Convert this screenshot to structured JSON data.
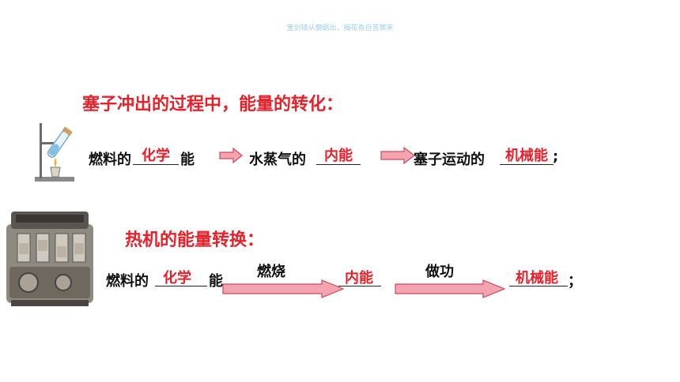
{
  "watermark": "宝剑锋从磨砺出，梅花香自苦寒来",
  "section1": {
    "heading": "塞子冲出的过程中，能量的转化：",
    "p1": "燃料的",
    "a1": "化学",
    "p2": "能",
    "p3": "水蒸气的",
    "a2": "内能",
    "p4": "塞子运动的",
    "a3": "机械能",
    "p5": ";"
  },
  "section2": {
    "heading": "热机的能量转换：",
    "p1": "燃料的",
    "a1": "化学",
    "p2": "能",
    "arrow1_label": "燃烧",
    "a2": "内能",
    "arrow2_label": "做功",
    "a3": "机械能",
    "p3": "；"
  },
  "colors": {
    "accent": "#e8202a",
    "arrow_fill": "#f4a3b0",
    "arrow_stroke": "#d04a5a"
  },
  "icons": [
    "test-tube-apparatus-icon",
    "engine-block-icon"
  ]
}
